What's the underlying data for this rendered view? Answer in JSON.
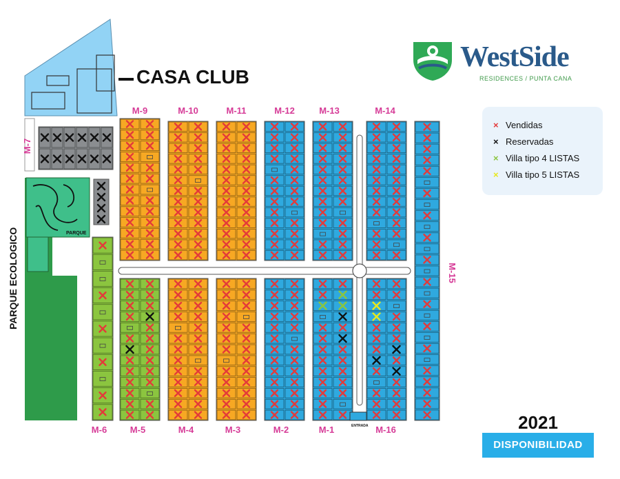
{
  "title": "CASA CLUB",
  "year": "2021",
  "badge": "DISPONIBILIDAD",
  "brand": {
    "name": "WestSide",
    "subtitle": "RESIDENCES / PUNTA CANA"
  },
  "labels": {
    "parque_ecologico": "PARQUE ECOLOGICO",
    "parque": "PARQUE",
    "entrada": "ENTRADA"
  },
  "legend": [
    {
      "label": "Vendidas",
      "mark": "×",
      "color": "#e33a3a"
    },
    {
      "label": "Reservadas",
      "mark": "×",
      "color": "#111111"
    },
    {
      "label": "Villa tipo 4 LISTAS",
      "mark": "×",
      "color": "#8bc53f"
    },
    {
      "label": "Villa tipo 5 LISTAS",
      "mark": "×",
      "color": "#e8e81a"
    }
  ],
  "colors": {
    "orange": "#f7a823",
    "blue": "#2fa9df",
    "green": "#8bc53f",
    "gray": "#8a8d90",
    "sky": "#92d3f5",
    "park_dark": "#2e9b4a",
    "park_light": "#3fbf8a",
    "sold": "#e33a3a",
    "reserved": "#111111",
    "list4": "#8bc53f",
    "list5": "#e8e81a",
    "pink": "#d63b97"
  },
  "manzanas": [
    {
      "id": "M-9",
      "label": "M-9",
      "color": "orange"
    },
    {
      "id": "M-10",
      "label": "M-10",
      "color": "orange"
    },
    {
      "id": "M-11",
      "label": "M-11",
      "color": "orange"
    },
    {
      "id": "M-12",
      "label": "M-12",
      "color": "blue"
    },
    {
      "id": "M-13",
      "label": "M-13",
      "color": "blue"
    },
    {
      "id": "M-14",
      "label": "M-14",
      "color": "blue"
    },
    {
      "id": "M-15",
      "label": "M-15",
      "color": "blue"
    },
    {
      "id": "M-7",
      "label": "M-7",
      "color": "gray"
    },
    {
      "id": "M-6",
      "label": "M-6",
      "color": "green"
    },
    {
      "id": "M-5",
      "label": "M-5",
      "color": "green"
    },
    {
      "id": "M-4",
      "label": "M-4",
      "color": "orange"
    },
    {
      "id": "M-3",
      "label": "M-3",
      "color": "orange"
    },
    {
      "id": "M-2",
      "label": "M-2",
      "color": "blue"
    },
    {
      "id": "M-1",
      "label": "M-1",
      "color": "blue"
    },
    {
      "id": "M-16",
      "label": "M-16",
      "color": "blue"
    }
  ]
}
